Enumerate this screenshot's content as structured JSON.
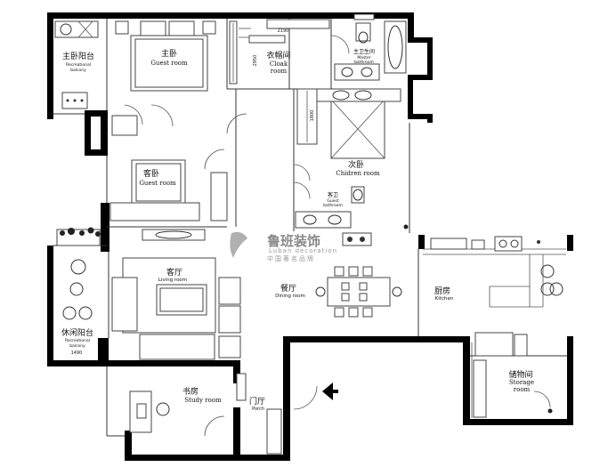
{
  "rooms": {
    "master_balcony": {
      "cn": "主卧阳台",
      "en1": "Recreational",
      "en2": "balcony"
    },
    "master_bedroom": {
      "cn": "主卧",
      "en": "Guest room"
    },
    "cloak": {
      "cn": "衣帽间",
      "en1": "Cloak",
      "en2": "room"
    },
    "master_bath": {
      "cn": "主卫生间",
      "en1": "Master",
      "en2": "bathroom"
    },
    "guest_bedroom": {
      "cn": "客卧",
      "en": "Guest room"
    },
    "second_bedroom": {
      "cn": "次卧",
      "en": "Chidren room"
    },
    "guest_bath": {
      "cn": "客卫",
      "en1": "Guest",
      "en2": "bathroom"
    },
    "living": {
      "cn": "客厅",
      "en": "Living room"
    },
    "dining": {
      "cn": "餐厅",
      "en": "Dining room"
    },
    "kitchen": {
      "cn": "厨房",
      "en": "Kitchen"
    },
    "leisure_balcony": {
      "cn": "休闲阳台",
      "en1": "Recreational",
      "en2": "balcony"
    },
    "study": {
      "cn": "书房",
      "en": "Study room"
    },
    "porch": {
      "cn": "门厅",
      "en": "Porch"
    },
    "storage": {
      "cn": "储物间",
      "en1": "Storage",
      "en2": "room"
    }
  },
  "dimensions": {
    "d1": "2190",
    "d2": "2950",
    "d3": "1800",
    "d4": "1490"
  },
  "watermark": {
    "brand_cn": "鲁班装饰",
    "brand_en": "Luban decoration",
    "tagline": "中国著名品牌"
  }
}
